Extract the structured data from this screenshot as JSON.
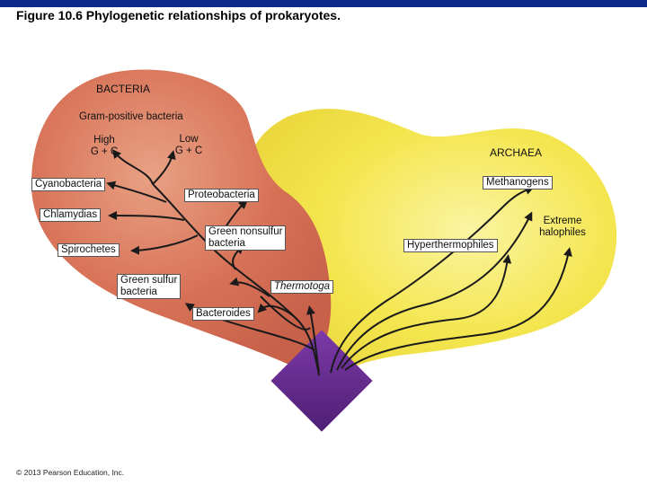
{
  "title": "Figure 10.6 Phylogenetic relationships of prokaryotes.",
  "copyright": "© 2013 Pearson Education, Inc.",
  "colors": {
    "bacteria_region": "#d77156",
    "archaea_region": "#f4e650",
    "root_diamond": "#6a2e93",
    "header_bar": "#0b2a8a",
    "branch": "#1a1a1a"
  },
  "bacteria": {
    "domain_label": "BACTERIA",
    "group_label": "Gram-positive bacteria",
    "high_gc_line1": "High",
    "high_gc_line2": "G + C",
    "low_gc_line1": "Low",
    "low_gc_line2": "G + C",
    "cyanobacteria": "Cyanobacteria",
    "proteobacteria": "Proteobacteria",
    "chlamydias": "Chlamydias",
    "green_nonsulfur_line1": "Green nonsulfur",
    "green_nonsulfur_line2": "bacteria",
    "spirochetes": "Spirochetes",
    "green_sulfur_line1": "Green sulfur",
    "green_sulfur_line2": "bacteria",
    "thermotoga": "Thermotoga",
    "bacteroides": "Bacteroides"
  },
  "archaea": {
    "domain_label": "ARCHAEA",
    "methanogens": "Methanogens",
    "extreme_halophiles_line1": "Extreme",
    "extreme_halophiles_line2": "halophiles",
    "hyperthermophiles": "Hyperthermophiles"
  }
}
